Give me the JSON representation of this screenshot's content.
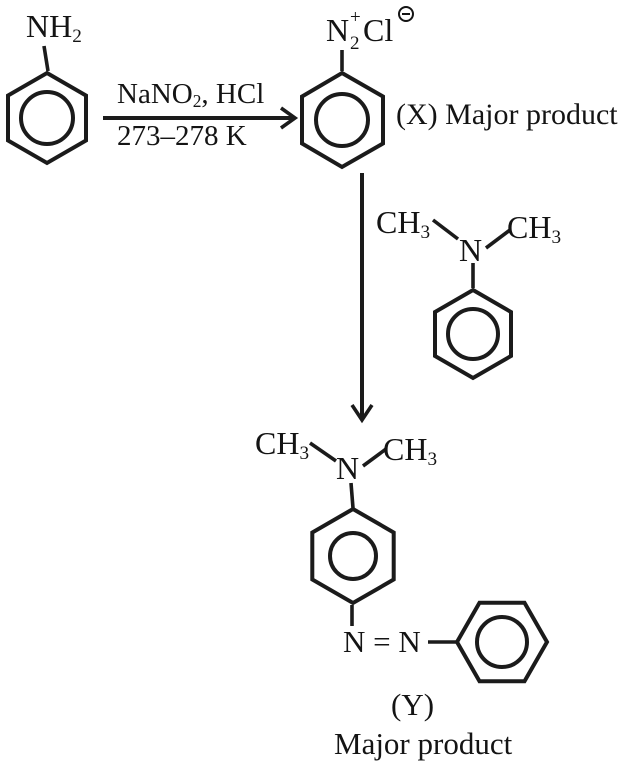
{
  "figure": {
    "kind": "organic reaction scheme",
    "background_color": "#ffffff",
    "ink_color": "#1b1b1b"
  },
  "aniline": {
    "substituent_main": "NH",
    "substituent_sub": "2"
  },
  "step1": {
    "reagent_main": "NaNO",
    "reagent_sub": "2",
    "reagent_rest": ", HCl",
    "conditions": "273–278 K"
  },
  "diazonium": {
    "n": "N",
    "n_sub": "2",
    "n_sup": "+",
    "cl": "Cl",
    "charge_icon": "circled-minus",
    "caption": "(X) Major product"
  },
  "dimethylaniline": {
    "ch3_left_main": "CH",
    "ch3_left_sub": "3",
    "n": "N",
    "ch3_right_main": "CH",
    "ch3_right_sub": "3"
  },
  "product": {
    "ch3_left_main": "CH",
    "ch3_left_sub": "3",
    "n": "N",
    "ch3_right_main": "CH",
    "ch3_right_sub": "3",
    "azo_link": "N = N",
    "label": "(Y)",
    "caption": "Major product"
  }
}
